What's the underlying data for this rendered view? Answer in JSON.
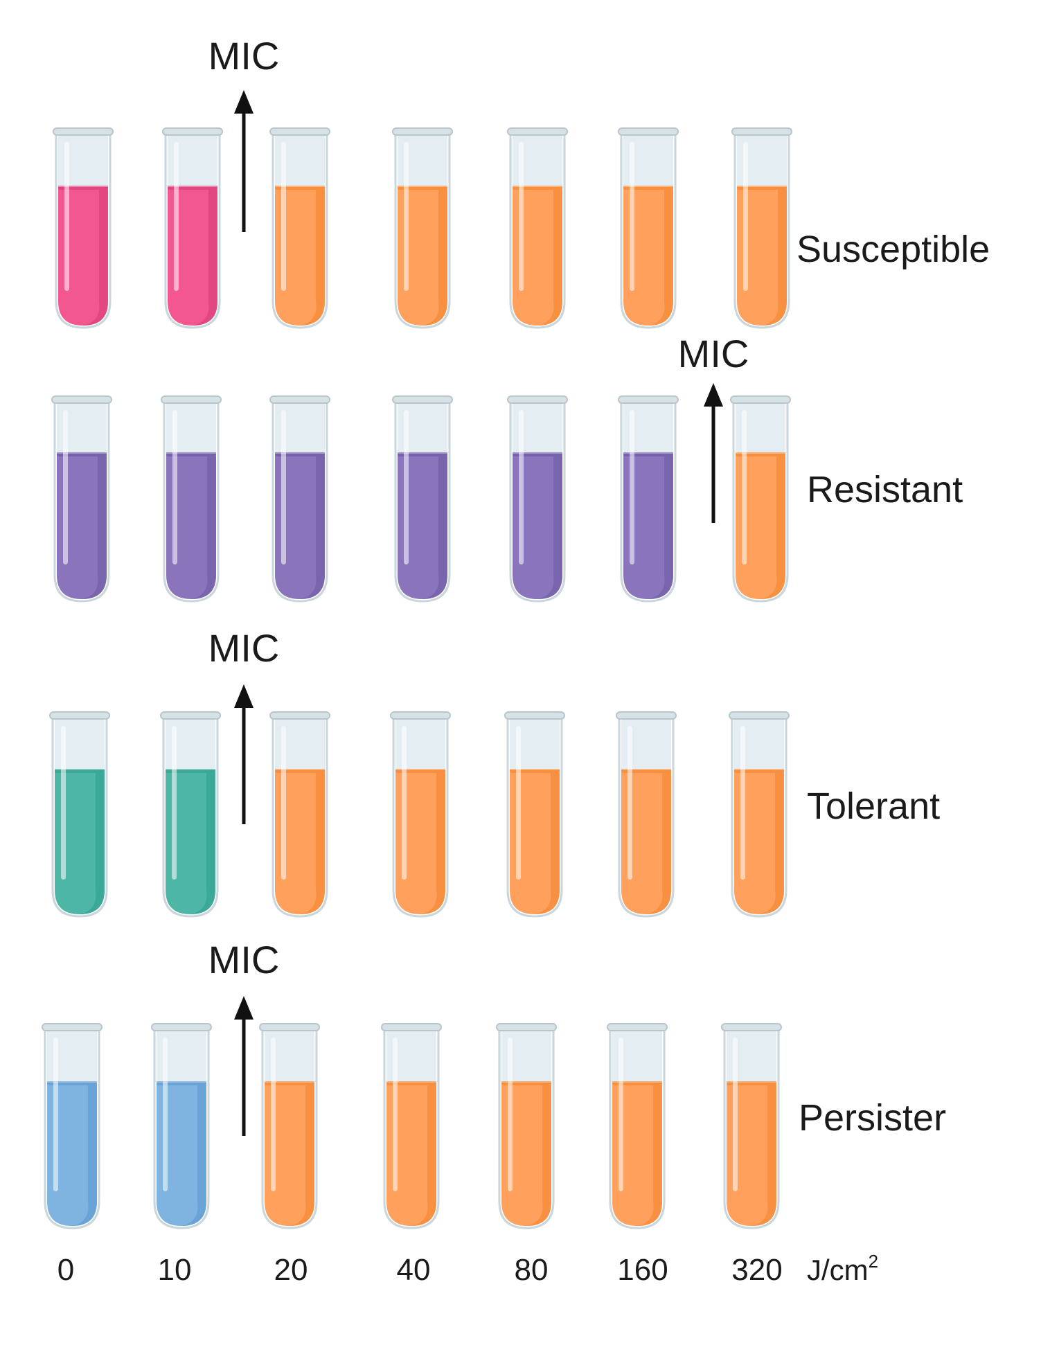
{
  "rows": [
    {
      "label": "Susceptible",
      "liquid": "#f2588f",
      "liquid_dark": "#d63b74",
      "mic_label": "MIC",
      "mic_after_index": 1
    },
    {
      "label": "Resistant",
      "liquid": "#8a74bb",
      "liquid_dark": "#6b58a4",
      "mic_label": "MIC",
      "mic_after_index": 5
    },
    {
      "label": "Tolerant",
      "liquid": "#4db6a6",
      "liquid_dark": "#2e9c8c",
      "mic_label": "MIC",
      "mic_after_index": 1
    },
    {
      "label": "Persister",
      "liquid": "#7fb3e0",
      "liquid_dark": "#5a97cf",
      "mic_label": "MIC",
      "mic_after_index": 1
    }
  ],
  "killed_liquid": "#ffa05c",
  "killed_liquid_dark": "#f2842c",
  "doses": [
    "0",
    "10",
    "20",
    "40",
    "80",
    "160",
    "320"
  ],
  "unit": {
    "main": "J/cm",
    "superscript": "2"
  }
}
